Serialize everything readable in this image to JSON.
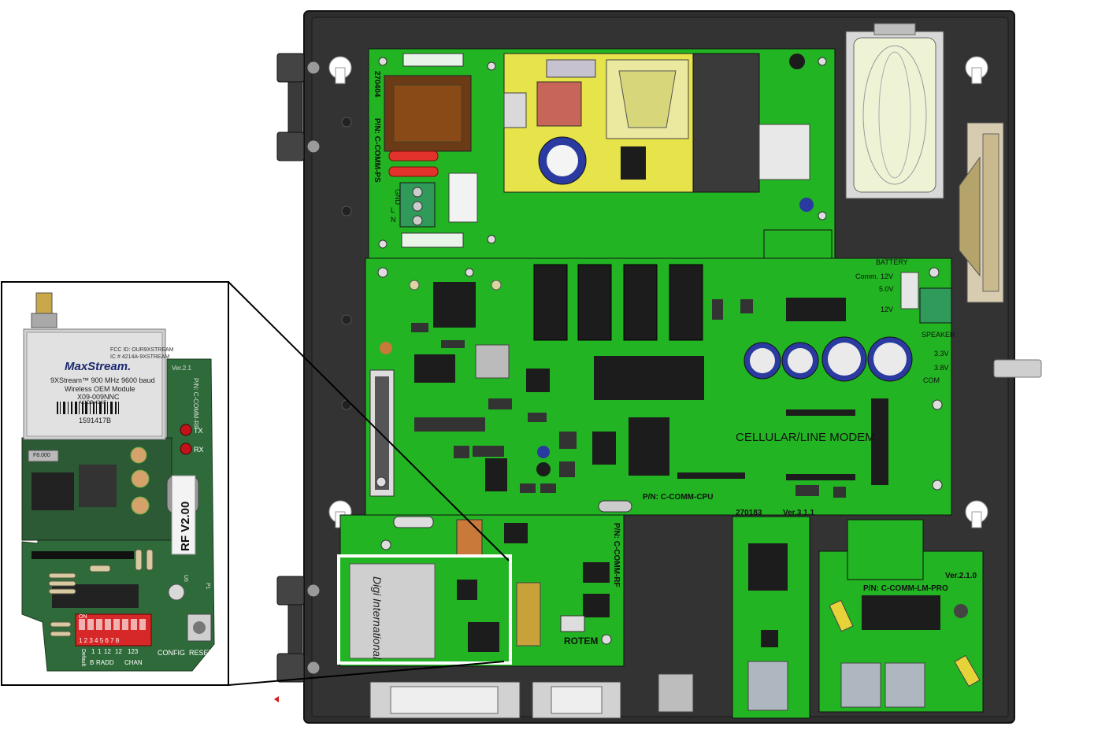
{
  "colors": {
    "enclosure": "#2e2e2e",
    "pcb": "#22b422",
    "pcb_dark": "#1a8c1a",
    "chip": "#1c1c1c",
    "yellow_board": "#e6e44a",
    "capacitor_blue": "#2a3aa0",
    "terminal_green": "#2f9a5a",
    "inset_board": "#2f6b3a"
  },
  "labels": {
    "ps_code": "270404",
    "ps_part": "P/N: C-COMM-PS",
    "gnd": "GND",
    "l_label": "L",
    "n_label": "N",
    "battery": "BATTERY",
    "comm": "Comm.",
    "v12a": "12V",
    "v50": "5.0V",
    "v12b": "12V",
    "speaker": "SPEAKER",
    "v33": "3.3V",
    "v38": "3.8V",
    "com": "COM",
    "cellular_modem": "CELLULAR/LINE MODEM",
    "cpu_part": "P/N: C-COMM-CPU",
    "mod_code": "270183",
    "mod_ver": "Ver.3.1.1",
    "lm_ver": "Ver.2.1.0",
    "lm_part": "P/N: C-COMM-LM-PRO",
    "rf_part": "P/N: C-COMM-RF",
    "rotem": "ROTEM",
    "digi": "Digi International"
  },
  "inset": {
    "fcc_line1": "FCC ID: OUR9XSTREAM",
    "fcc_line2": "IC # 4214A-9XSTREAM",
    "brand": "MaxStream.",
    "product_line1": "9XStream™ 900 MHz 9600 baud",
    "product_line2": "Wireless OEM Module",
    "model": "X09-009NNC",
    "lot": "A11DB-42AF",
    "serial": "1591417B",
    "ver": "Ver.2.1",
    "rf_part": "P/N: C-COMM-RF",
    "tx": "TX",
    "rx": "RX",
    "rf_version": "RF V2.00",
    "dip_on": "ON",
    "dip_numbers": "1 2 3 4 5 6 7 8",
    "col_default": "Default",
    "col_b": "B",
    "col_radd": "RADD",
    "col_chan": "CHAN",
    "sub_1a": "1",
    "sub_1b": "1",
    "sub_12a": "12",
    "sub_12b": "12",
    "sub_123": "123",
    "config": "CONFIG",
    "reset": "RESET",
    "u6": "U6",
    "p1": "P1",
    "xtal": "F8.000"
  }
}
